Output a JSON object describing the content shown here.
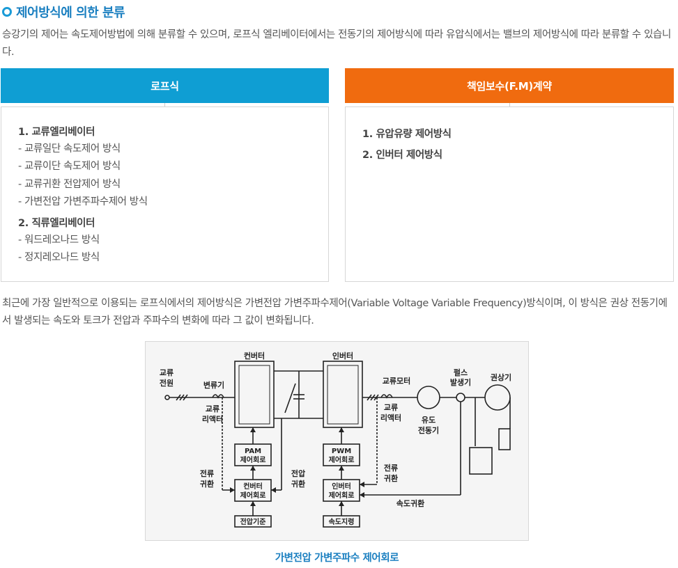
{
  "section": {
    "title": "제어방식에 의한 분류",
    "intro": "승강기의 제어는 속도제어방법에 의해 분류할 수 있으며, 로프식 엘리베이터에서는 전동기의 제어방식에 따라 유압식에서는 밸브의 제어방식에 따라 분류할 수 있습니다."
  },
  "left_column": {
    "header": "로프식",
    "groups": [
      {
        "title": "1. 교류엘리베이터",
        "items": [
          "- 교류일단 속도제어 방식",
          "- 교류이단 속도제어 방식",
          "- 교류귀환 전압제어 방식",
          "- 가변전압 가변주파수제어 방식"
        ]
      },
      {
        "title": "2. 직류엘리베이터",
        "items": [
          "- 워드레오나드 방식",
          "- 정지레오나드 방식"
        ]
      }
    ]
  },
  "right_column": {
    "header": "책임보수(F.M)계약",
    "items": [
      "1. 유압유량 제어방식",
      "2. 인버터 제어방식"
    ]
  },
  "body_text": "최근에 가장 일반적으로 이용되는 로프식에서의 제어방식은 가변전압 가변주파수제어(Variable Voltage Variable Frequency)방식이며, 이 방식은 권상 전동기에서 발생되는 속도와 토크가 전압과 주파수의 변화에 따라 그 값이 변화됩니다.",
  "diagram": {
    "labels": {
      "converter": "컨버터",
      "inverter": "인버터",
      "ac_power": [
        "교류",
        "전원"
      ],
      "transformer": "변류기",
      "ac_reactor_l": [
        "교류",
        "리액터"
      ],
      "ac_reactor_r": [
        "교류",
        "리액터"
      ],
      "ac_motor": "교류모터",
      "pulse_gen": [
        "펄스",
        "발생기"
      ],
      "hoist": "권상기",
      "induction_motor": [
        "유도",
        "전동기"
      ],
      "pam": [
        "PAM",
        "제어회로"
      ],
      "pwm": [
        "PWM",
        "제어회로"
      ],
      "current_fb_l": [
        "전류",
        "귀환"
      ],
      "voltage_fb": [
        "전압",
        "귀환"
      ],
      "current_fb_r": [
        "전류",
        "귀환"
      ],
      "conv_ctrl": [
        "컨버터",
        "제어회로"
      ],
      "inv_ctrl": [
        "인버터",
        "제어회로"
      ],
      "speed_fb": "속도귀환",
      "voltage_ref": "전압기준",
      "speed_cmd": "속도지령"
    },
    "caption": "가변전압 가변주파수 제어회로"
  }
}
